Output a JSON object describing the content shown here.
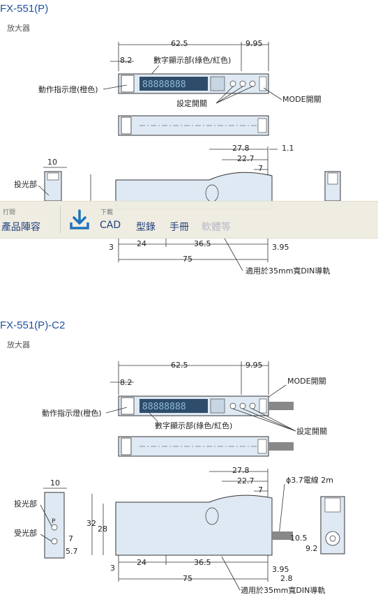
{
  "section1": {
    "title": "FX-551(P)",
    "subtitle": "放大器",
    "dims": {
      "d62_5": "62.5",
      "d9_95": "9.95",
      "d8_2": "8.2",
      "d27_8": "27.8",
      "d1_1": "1.1",
      "d22_7": "22.7",
      "d7": "7",
      "d10": "10",
      "d3": "3",
      "d24": "24",
      "d36_5": "36.5",
      "d3_95": "3.95",
      "d75": "75"
    },
    "labels": {
      "display": "數字顯示部(綠色/紅色)",
      "indicator": "動作指示燈(橙色)",
      "setting": "設定開關",
      "mode": "MODE開關",
      "emitter": "投光部",
      "din": "適用於35mm寬DIN導軌"
    }
  },
  "download_bar": {
    "left_label": "打開",
    "left_item": "產品陣容",
    "download_label": "下載",
    "items": [
      "CAD",
      "型錄",
      "手冊",
      "軟體等"
    ]
  },
  "section2": {
    "title": "FX-551(P)-C2",
    "subtitle": "放大器",
    "dims": {
      "d62_5": "62.5",
      "d9_95": "9.95",
      "d8_2": "8.2",
      "d27_8": "27.8",
      "d22_7": "22.7",
      "d7": "7",
      "d10": "10",
      "d32": "32",
      "d28": "28",
      "d7b": "7",
      "d5_7": "5.7",
      "d3": "3",
      "d24": "24",
      "d36_5": "36.5",
      "d75": "75",
      "d10_5": "10.5",
      "d9_2": "9.2",
      "d3_95": "3.95",
      "d2_8": "2.8"
    },
    "labels": {
      "mode": "MODE開關",
      "indicator": "動作指示燈(橙色)",
      "display": "數字顯示部(綠色/紅色)",
      "setting": "設定開關",
      "cable": "ϕ3.7電線 2m",
      "emitter": "投光部",
      "receiver": "受光部",
      "din": "適用於35mm寬DIN導軌",
      "p_mark": "P"
    }
  },
  "colors": {
    "title": "#1f4f9c",
    "body": "#dfe9f4",
    "lcd": "#2e4d6b",
    "bar": "#eeece0"
  }
}
